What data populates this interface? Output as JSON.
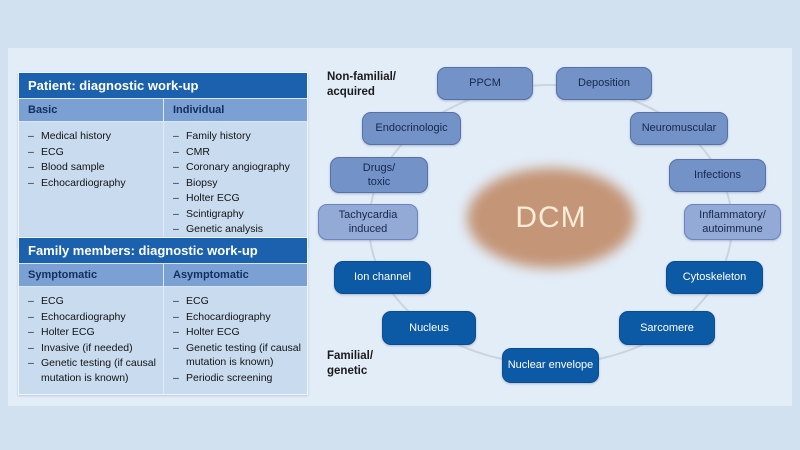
{
  "tables": [
    {
      "title": "Patient: diagnostic work-up",
      "columns": [
        {
          "header": "Basic",
          "items": [
            "Medical history",
            "ECG",
            "Blood sample",
            "Echocardiography"
          ]
        },
        {
          "header": "Individual",
          "items": [
            "Family history",
            "CMR",
            "Coronary angiography",
            "Biopsy",
            "Holter ECG",
            "Scintigraphy",
            "Genetic analysis"
          ]
        }
      ]
    },
    {
      "title": "Family members: diagnostic work-up",
      "columns": [
        {
          "header": "Symptomatic",
          "items": [
            "ECG",
            "Echocardiography",
            "Holter ECG",
            "Invasive (if needed)",
            "Genetic testing (if causal mutation is known)"
          ]
        },
        {
          "header": "Asymptomatic",
          "items": [
            "ECG",
            "Echocardiography",
            "Holter ECG",
            "Genetic testing (if causal mutation is known)",
            "Periodic screening"
          ]
        }
      ]
    }
  ],
  "diagram": {
    "center_label": "DCM",
    "group_labels": {
      "top": "Non-familial/\nacquired",
      "bottom": "Familial/\ngenetic"
    },
    "nodes": [
      {
        "label": "PPCM",
        "group": "non-familial"
      },
      {
        "label": "Deposition",
        "group": "non-familial"
      },
      {
        "label": "Endocrinologic",
        "group": "non-familial"
      },
      {
        "label": "Neuromuscular",
        "group": "non-familial"
      },
      {
        "label": "Drugs/\ntoxic",
        "group": "non-familial"
      },
      {
        "label": "Infections",
        "group": "non-familial"
      },
      {
        "label": "Tachycardia\ninduced",
        "group": "non-familial"
      },
      {
        "label": "Inflammatory/\nautoimmune",
        "group": "non-familial"
      },
      {
        "label": "Ion channel",
        "group": "familial"
      },
      {
        "label": "Cytoskeleton",
        "group": "familial"
      },
      {
        "label": "Nucleus",
        "group": "familial"
      },
      {
        "label": "Sarcomere",
        "group": "familial"
      },
      {
        "label": "Nuclear envelope",
        "group": "familial"
      }
    ]
  },
  "colors": {
    "page_band": "#d2e1f0",
    "panel": "#e3edf8",
    "table_header": "#1b61ae",
    "table_subheader": "#7ba0d3",
    "table_body": "#c9dbee",
    "node_medium_blue": "#7292c8",
    "node_light_blue": "#93a9d6",
    "node_dark_blue": "#0c59a6",
    "dcm_blob": "#c49577",
    "dcm_text": "#f8ecd8"
  }
}
